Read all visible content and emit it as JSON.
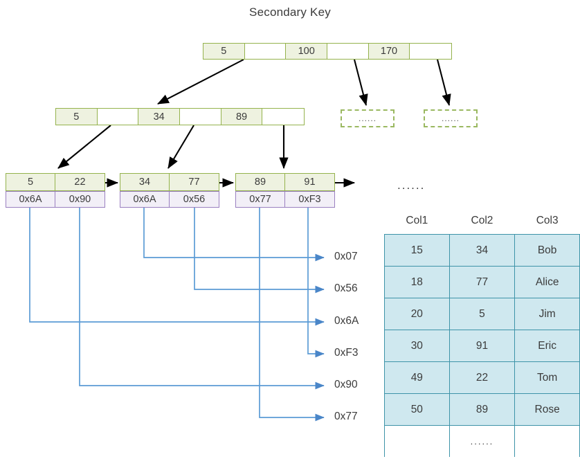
{
  "title": "Secondary Key",
  "root_node": {
    "cells": [
      {
        "value": "5",
        "empty": false
      },
      {
        "value": "",
        "empty": true
      },
      {
        "value": "100",
        "empty": false
      },
      {
        "value": "",
        "empty": true
      },
      {
        "value": "170",
        "empty": false
      },
      {
        "value": "",
        "empty": true
      }
    ]
  },
  "level2_node": {
    "cells": [
      {
        "value": "5",
        "empty": false
      },
      {
        "value": "",
        "empty": true
      },
      {
        "value": "34",
        "empty": false
      },
      {
        "value": "",
        "empty": true
      },
      {
        "value": "89",
        "empty": false
      },
      {
        "value": "",
        "empty": true
      }
    ]
  },
  "placeholder_nodes": [
    {
      "label": "......"
    },
    {
      "label": "......"
    }
  ],
  "leaves": [
    {
      "keys": [
        "5",
        "22"
      ],
      "pointers": [
        "0x6A",
        "0x90"
      ]
    },
    {
      "keys": [
        "34",
        "77"
      ],
      "pointers": [
        "0x6A",
        "0x56"
      ]
    },
    {
      "keys": [
        "89",
        "91"
      ],
      "pointers": [
        "0x77",
        "0xF3"
      ]
    }
  ],
  "addresses": [
    {
      "label": "0x07"
    },
    {
      "label": "0x56"
    },
    {
      "label": "0x6A"
    },
    {
      "label": "0xF3"
    },
    {
      "label": "0x90"
    },
    {
      "label": "0x77"
    }
  ],
  "table_ellipsis": "......",
  "bottom_ellipsis": "......",
  "table": {
    "headers": [
      "Col1",
      "Col2",
      "Col3"
    ],
    "rows": [
      [
        "15",
        "34",
        "Bob"
      ],
      [
        "18",
        "77",
        "Alice"
      ],
      [
        "20",
        "5",
        "Jim"
      ],
      [
        "30",
        "91",
        "Eric"
      ],
      [
        "49",
        "22",
        "Tom"
      ],
      [
        "50",
        "89",
        "Rose"
      ]
    ]
  },
  "colors": {
    "node_border": "#94b24c",
    "node_fill": "#eef2e0",
    "pointer_border": "#9a7fc0",
    "pointer_fill": "#f2eff7",
    "connector_blue": "#5b9bd5",
    "table_border": "#3d93a8",
    "table_fill": "#cfe8ef",
    "arrow_black": "#000000"
  }
}
